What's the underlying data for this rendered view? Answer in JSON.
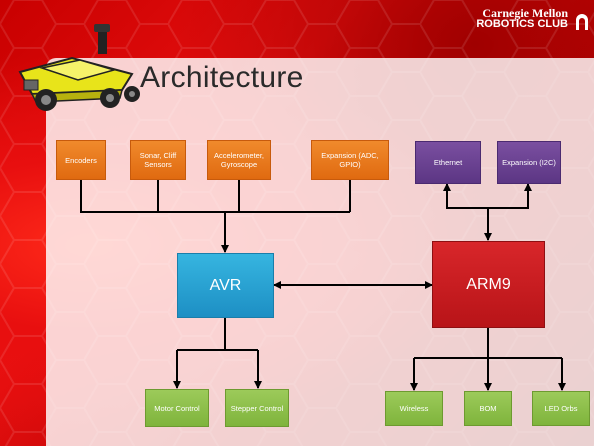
{
  "title": "Architecture",
  "logo": {
    "line1": "Carnegie Mellon",
    "line2": "ROBOTICS CLUB"
  },
  "inputs": [
    "Encoders",
    "Sonar, Cliff Sensors",
    "Accelerometer, Gyroscope",
    "Expansion (ADC, GPIO)"
  ],
  "arm_inputs": [
    "Ethernet",
    "Expansion (I2C)"
  ],
  "processors": {
    "avr": "AVR",
    "arm": "ARM9"
  },
  "avr_outputs": [
    "Motor Control",
    "Stepper Control"
  ],
  "arm_outputs": [
    "Wireless",
    "BOM",
    "LED Orbs"
  ],
  "colors": {
    "orange": "#e97a1c",
    "purple": "#6a3f92",
    "green": "#8bbd4a",
    "avr": "#2aa3d4",
    "arm": "#c41c20"
  }
}
